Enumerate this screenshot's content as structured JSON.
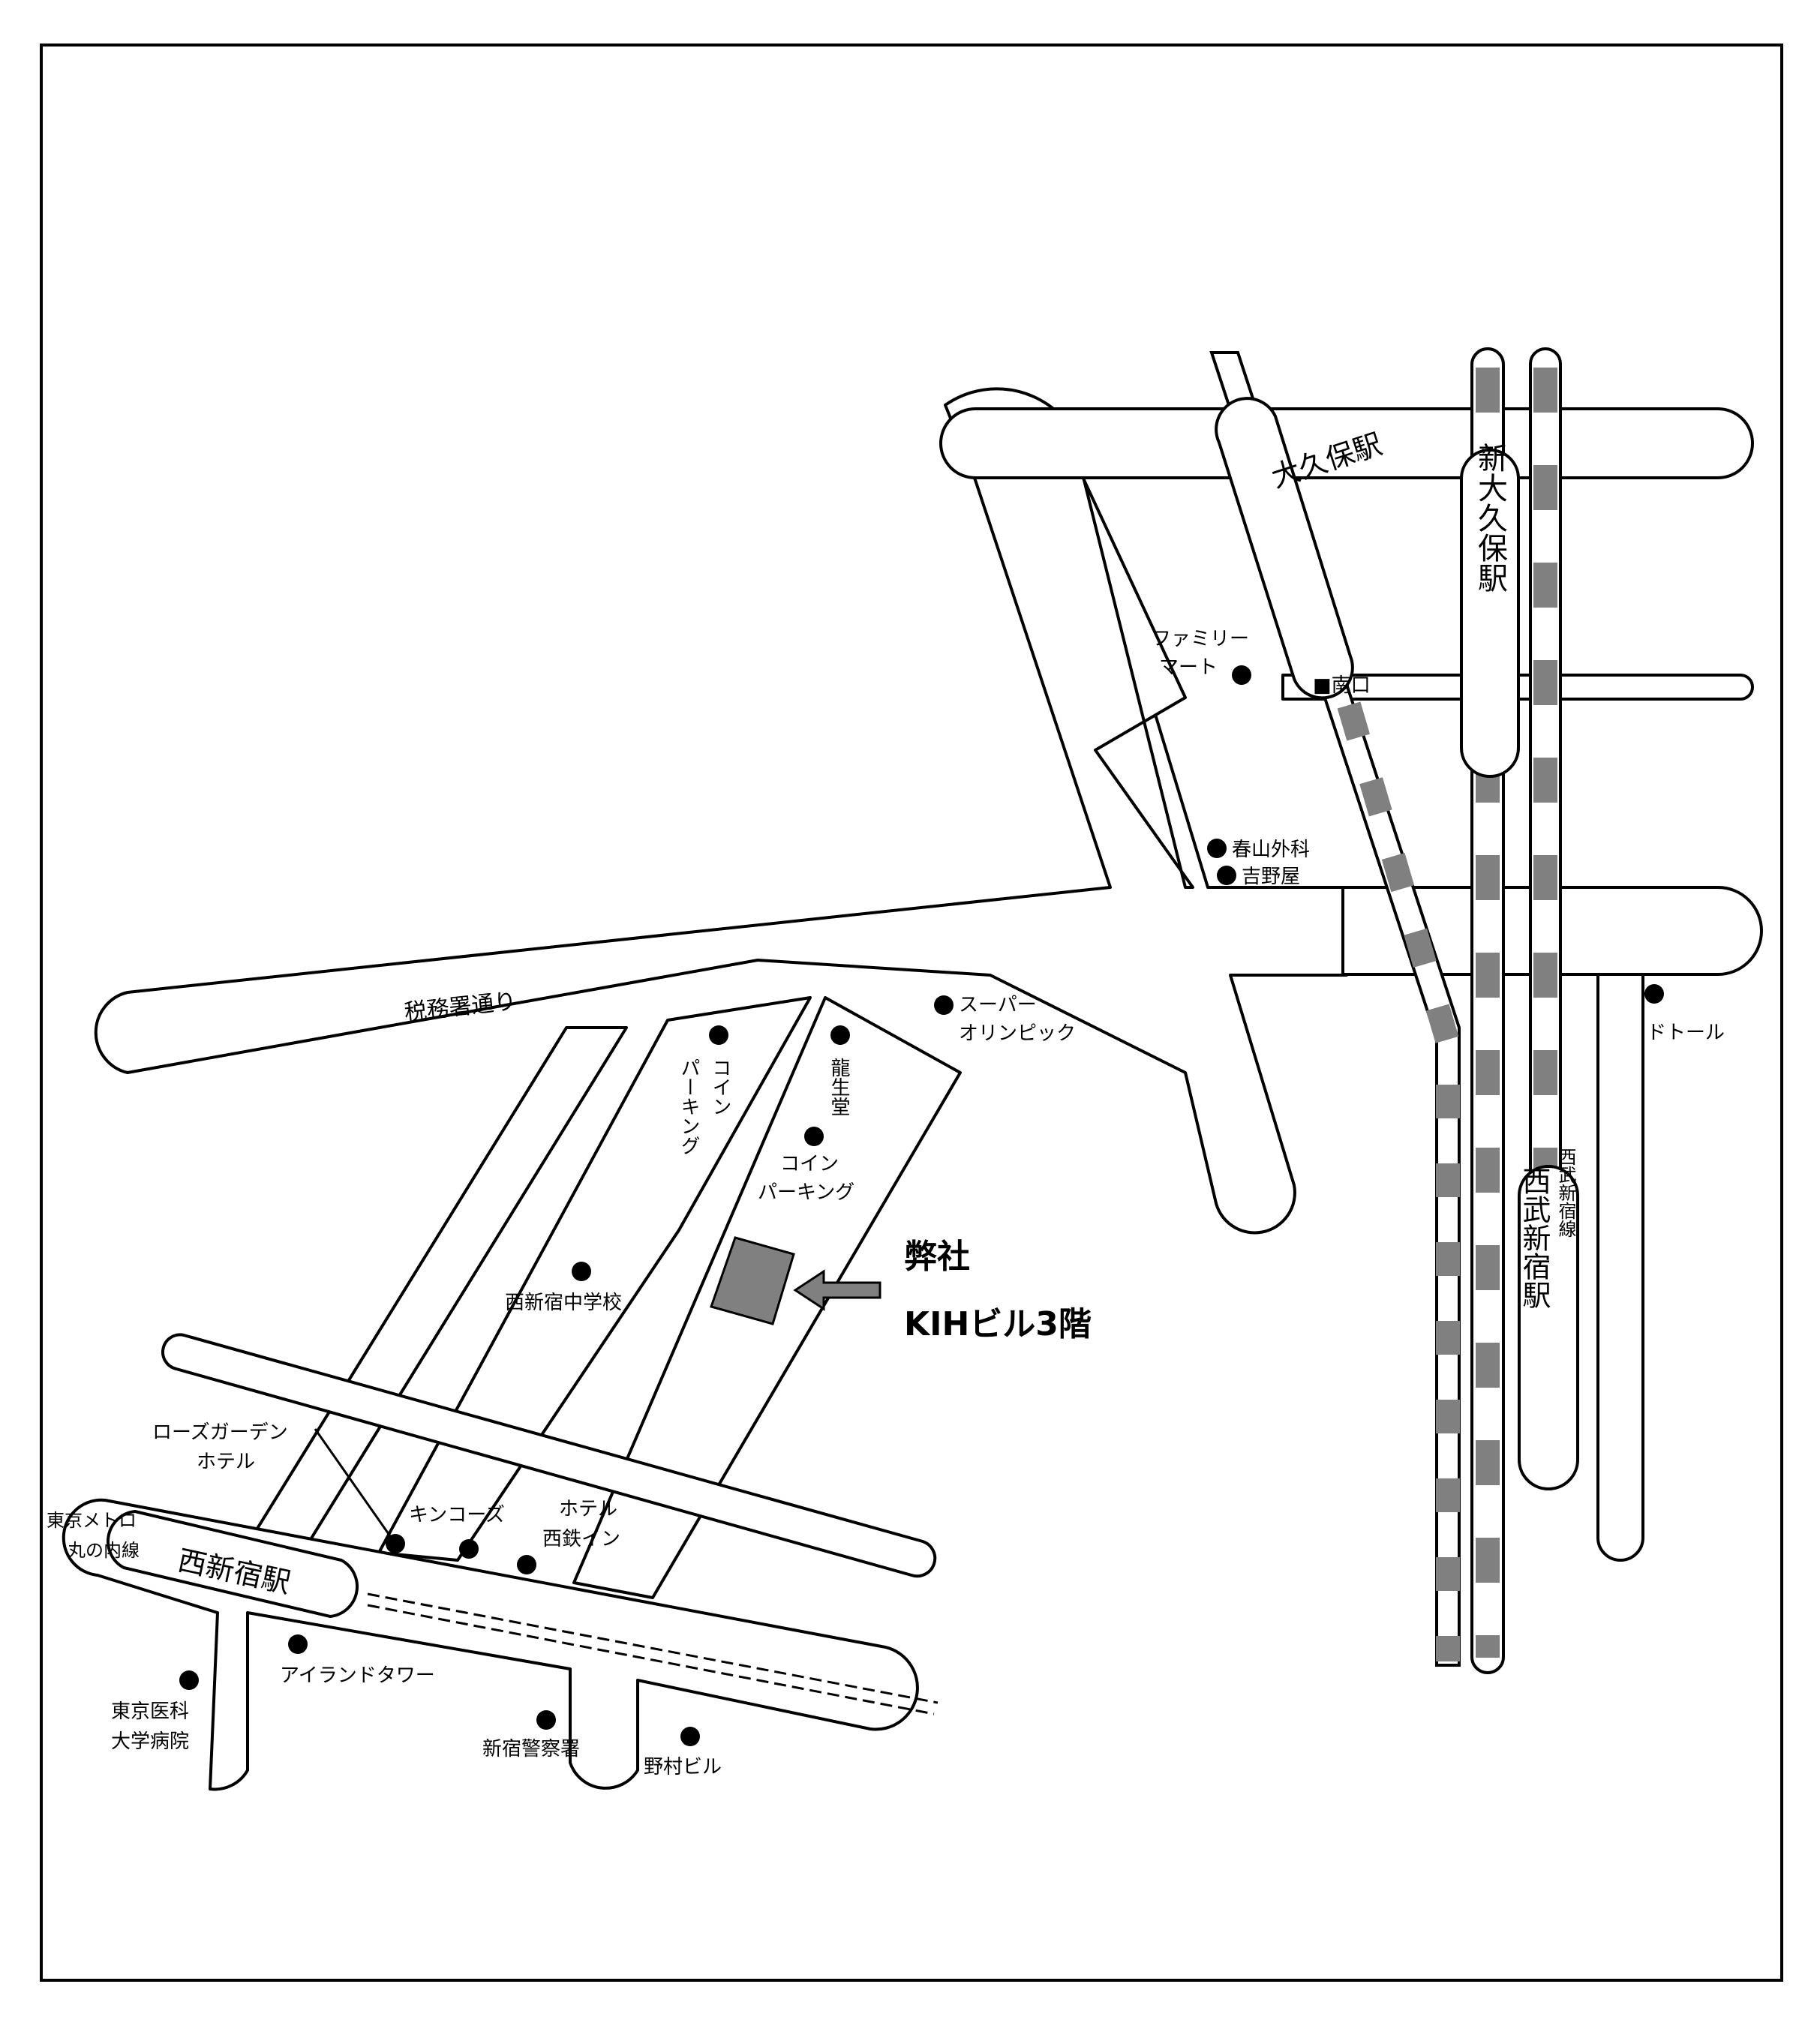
{
  "colors": {
    "line": "#000000",
    "background": "#ffffff",
    "highlight": "#808080"
  },
  "roads": {
    "zeimusho": "税務署通り"
  },
  "stations": {
    "okubo": "大久保駅",
    "okubo_exit": "■南口",
    "shin_okubo": "新大久保駅",
    "seibu_line": "西武新宿線",
    "seibu_station": "西武新宿駅",
    "nishi_shinjuku": "西新宿駅",
    "metro_line_1": "東京メトロ",
    "metro_line_2": "丸の内線"
  },
  "landmarks": {
    "familymart_1": "ファミリー",
    "familymart_2": "マート",
    "haruyama": "春山外科",
    "yoshinoya": "吉野屋",
    "olympic_1": "スーパー",
    "olympic_2": "オリンピック",
    "doutor": "ドトール",
    "coin_parking_a_1": "コイン",
    "coin_parking_a_2": "パーキング",
    "ryuseido": "龍生堂",
    "coin_parking_b_1": "コイン",
    "coin_parking_b_2": "パーキング",
    "school": "西新宿中学校",
    "rose_garden_1": "ローズガーデン",
    "rose_garden_2": "ホテル",
    "kinkos": "キンコーズ",
    "nishitetsu_1": "ホテル",
    "nishitetsu_2": "西鉄イン",
    "island_tower": "アイランドタワー",
    "hospital_1": "東京医科",
    "hospital_2": "大学病院",
    "police": "新宿警察署",
    "nomura": "野村ビル"
  },
  "destination": {
    "line1": "弊社",
    "line2": "KIHビル3階",
    "icon": "arrow-left-icon"
  }
}
